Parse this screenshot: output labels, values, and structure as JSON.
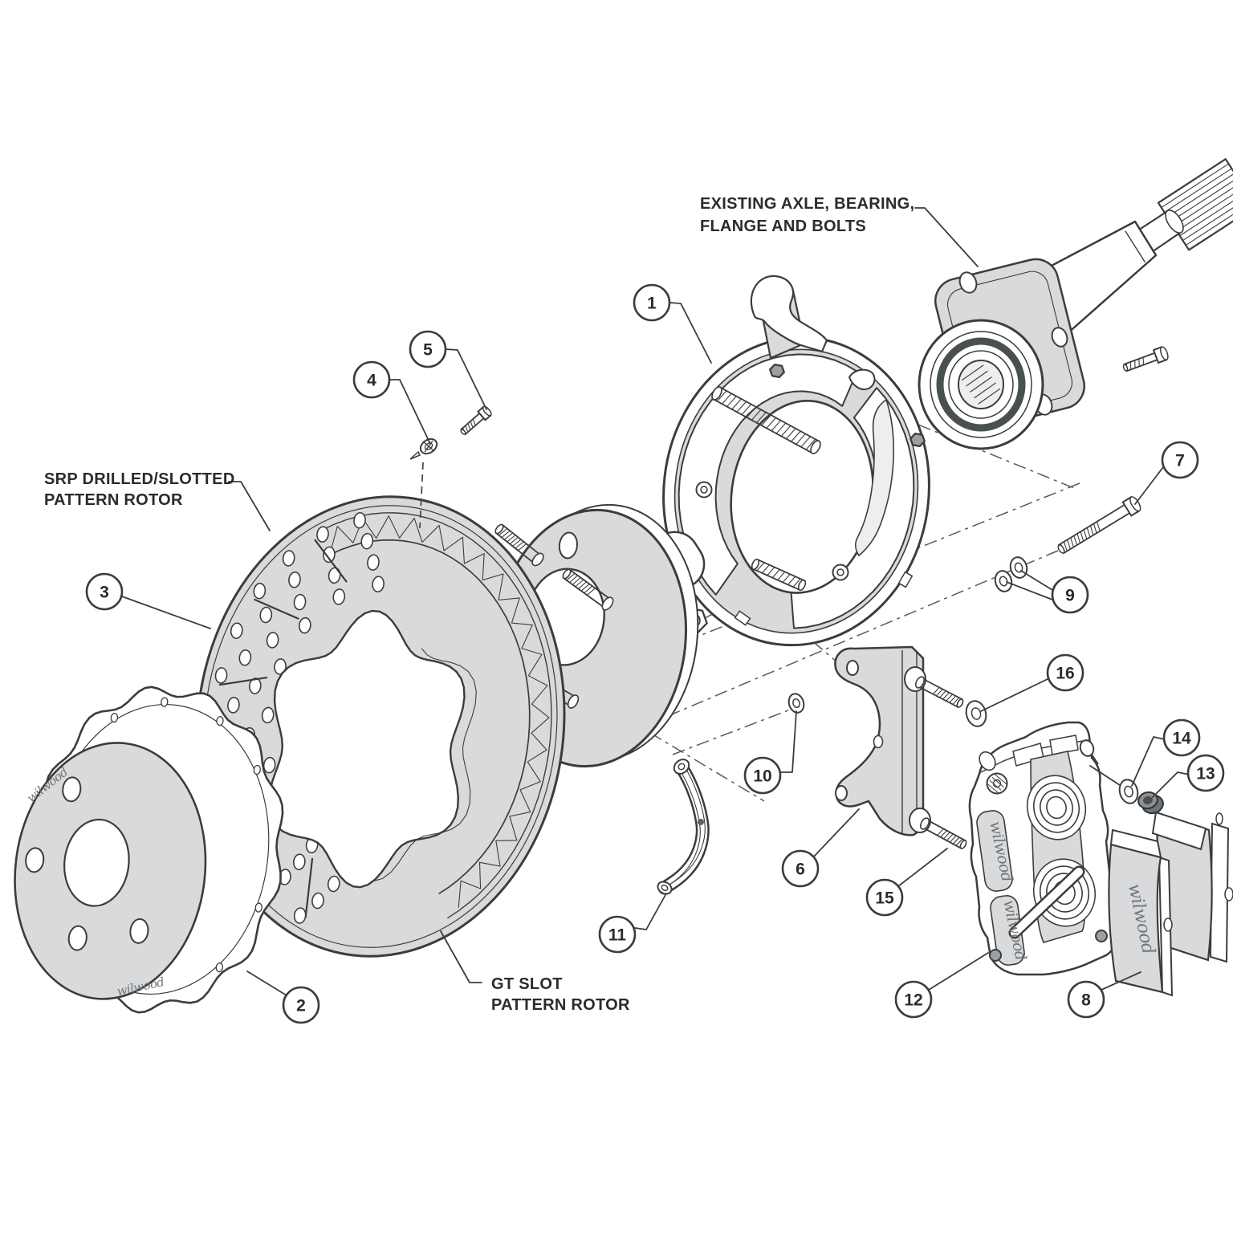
{
  "page": {
    "background": "#ffffff"
  },
  "palette": {
    "line": "#3c3c3c",
    "fill_light": "#d9dadb",
    "text": "#2b2b2b"
  },
  "diagram": {
    "type": "exploded-parts-diagram",
    "subject": "Rear disc brake kit exploded view with drum-in-hat parking brake",
    "labels": {
      "axle": {
        "line1": "EXISTING AXLE, BEARING,",
        "line2": "FLANGE AND BOLTS"
      },
      "srp": {
        "line1": "SRP DRILLED/SLOTTED",
        "line2": "PATTERN ROTOR"
      },
      "gt": {
        "line1": "GT SLOT",
        "line2": "PATTERN ROTOR"
      }
    },
    "brand": {
      "script": "wilwood"
    },
    "callouts": [
      {
        "num": "1"
      },
      {
        "num": "2"
      },
      {
        "num": "3"
      },
      {
        "num": "4"
      },
      {
        "num": "5"
      },
      {
        "num": "6"
      },
      {
        "num": "7"
      },
      {
        "num": "8"
      },
      {
        "num": "9"
      },
      {
        "num": "10"
      },
      {
        "num": "11"
      },
      {
        "num": "12"
      },
      {
        "num": "13"
      },
      {
        "num": "14"
      },
      {
        "num": "15"
      },
      {
        "num": "16"
      }
    ]
  }
}
